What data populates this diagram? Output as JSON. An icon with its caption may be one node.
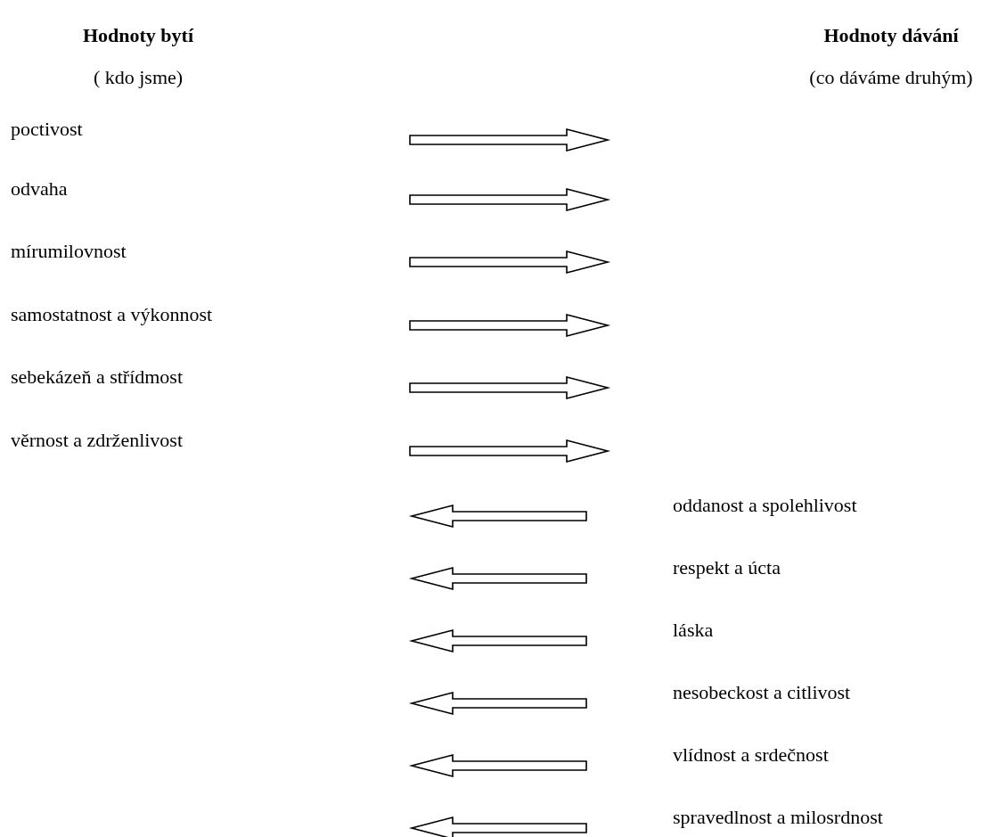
{
  "diagram": {
    "nodes": [
      {
        "text": [
          "poctivost"
        ]
      },
      {
        "text": [
          "odvaha"
        ]
      },
      {
        "text": [
          "mírumilovnost"
        ]
      },
      {
        "text": [
          "samostatnost a výkonnost"
        ]
      },
      {
        "text": [
          "sebekázeň a střídmost"
        ]
      },
      {
        "text": [
          "věrnost a zdrženlivost"
        ]
      },
      {
        "text": [
          "oddanost a spolehlivost"
        ]
      },
      {
        "text": [
          "respekt a úcta"
        ]
      },
      {
        "text": [
          "láska"
        ]
      },
      {
        "text": [
          "nesobeckost a citlivost"
        ]
      },
      {
        "text": [
          "vlídnost a srdečnost"
        ]
      },
      {
        "text": [
          "spravedlnost a milosrdnost"
        ]
      }
    ],
    "labels": [
      "Hodnoty bytí",
      "( kdo jsme)",
      "Hodnoty dávání",
      "(co dáváme druhým)"
    ]
  }
}
